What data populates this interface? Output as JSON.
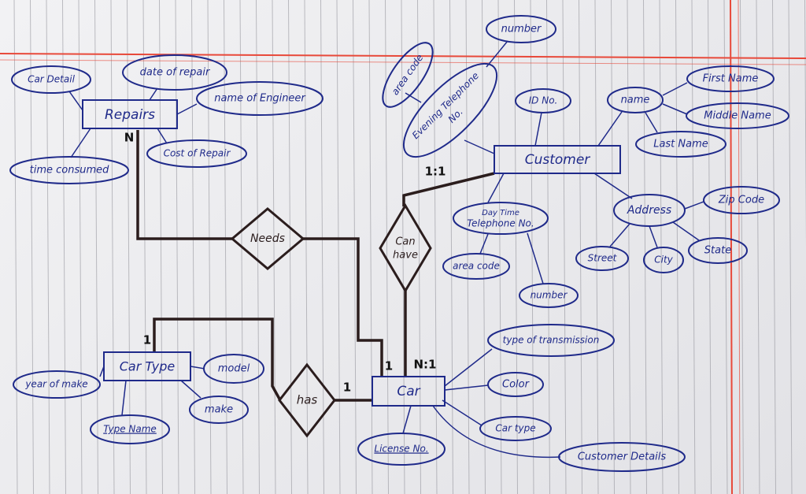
{
  "entities": {
    "repairs": "Repairs",
    "customer": "Customer",
    "car_type": "Car Type",
    "car": "Car"
  },
  "relationships": {
    "needs": "Needs",
    "can_have": [
      "Can",
      "have"
    ],
    "has": "has"
  },
  "attributes": {
    "repairs": [
      "Car Detail",
      "date of repair",
      "name of Engineer",
      "time consumed",
      "Cost of Repair"
    ],
    "customer": [
      "ID No.",
      "name",
      "Address"
    ],
    "evening_telephone": {
      "label": [
        "Evening Telephone",
        "No."
      ],
      "children": [
        "area code",
        "number"
      ]
    },
    "name_parts": [
      "First Name",
      "Middle Name",
      "Last Name"
    ],
    "daytime_telephone": {
      "label": [
        "Day Time",
        "Telephone No."
      ],
      "children": [
        "area code",
        "number"
      ]
    },
    "address_parts": [
      "Zip Code",
      "Street",
      "City",
      "State"
    ],
    "car": [
      "type of transmission",
      "Color",
      "Car type",
      "Customer Details",
      "License No."
    ],
    "car_type": [
      "year of make",
      "model",
      "make",
      "Type Name"
    ]
  },
  "cardinalities": {
    "repairs_needs": "N",
    "customer_can_have": "1:1",
    "car_type_has": "1",
    "car_needs": "1",
    "car_can_have": "N:1",
    "car_has": "1"
  },
  "colors": {
    "ink": "#1f2a8a",
    "relationship_ink": "#2b1d1d",
    "margin_line": "#e8493a",
    "paper_line": "#8d8d95"
  }
}
